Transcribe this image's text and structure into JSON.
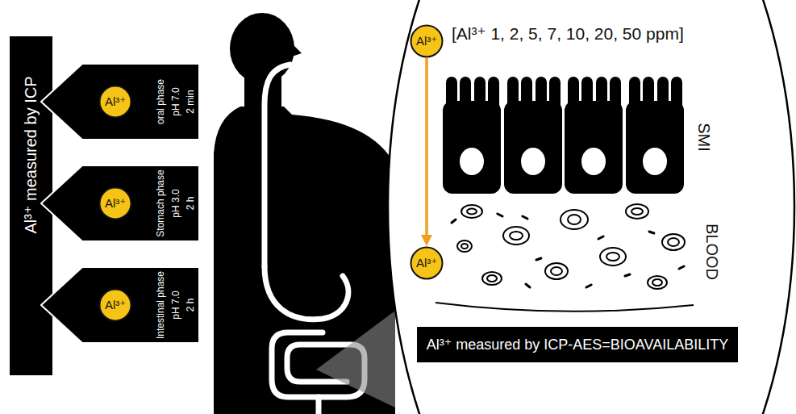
{
  "diagram": {
    "nodes": [
      {
        "text": [
          "Al³⁺ measured by ICP"
        ]
      },
      {
        "text": [
          "oral phase",
          "pH 7.0",
          "2 min"
        ]
      },
      {
        "text": [
          "Al³⁺"
        ],
        "in": 1
      },
      {
        "text": [
          "Stomach phase",
          "pH 3.0",
          "2 h"
        ]
      },
      {
        "text": [
          "Al³⁺"
        ],
        "in": 3
      },
      {
        "text": [
          "Intestinal phase",
          "pH 7.0",
          "2 h"
        ]
      },
      {
        "text": [
          "Al³⁺"
        ],
        "in": 5
      },
      {
        "text": [
          "[Al³⁺ 1, 2, 5, 7, 10, 20, 50 ppm]",
          "SMI",
          "BLOOD"
        ]
      },
      {
        "text": [
          "Al³⁺"
        ],
        "in": 7
      },
      {
        "text": [
          "Al³⁺"
        ],
        "in": 7
      },
      {
        "text": [
          "Al³⁺ measured by ICP-AES=BIOAVAILABILITY"
        ],
        "in": 7
      }
    ],
    "edges": [
      {
        "from": 8,
        "to": 9,
        "arrow": "to"
      }
    ]
  }
}
